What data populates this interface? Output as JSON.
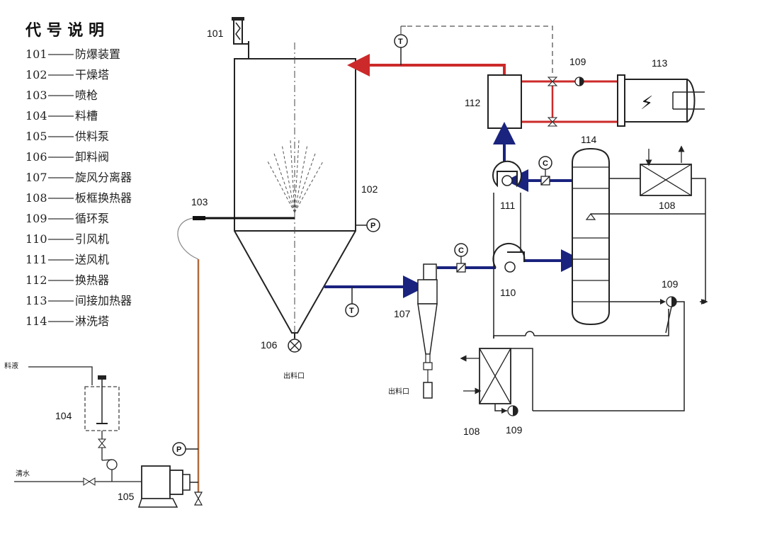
{
  "legend": {
    "title": "代 号 说 明",
    "items": [
      {
        "code": "101",
        "name": "防爆装置"
      },
      {
        "code": "102",
        "name": "干燥塔"
      },
      {
        "code": "103",
        "name": "喷枪"
      },
      {
        "code": "104",
        "name": "料槽"
      },
      {
        "code": "105",
        "name": "供料泵"
      },
      {
        "code": "106",
        "name": "卸料阀"
      },
      {
        "code": "107",
        "name": "旋风分离器"
      },
      {
        "code": "108",
        "name": "板框换热器"
      },
      {
        "code": "109",
        "name": "循环泵"
      },
      {
        "code": "110",
        "name": "引风机"
      },
      {
        "code": "111",
        "name": "送风机"
      },
      {
        "code": "112",
        "name": "换热器"
      },
      {
        "code": "113",
        "name": "间接加热器"
      },
      {
        "code": "114",
        "name": "淋洗塔"
      }
    ]
  },
  "labels": {
    "l101": "101",
    "l102": "102",
    "l103": "103",
    "l104": "104",
    "l105": "105",
    "l106": "106",
    "l107": "107",
    "l108a": "108",
    "l108b": "108",
    "l109a": "109",
    "l109b": "109",
    "l109c": "109",
    "l110": "110",
    "l111": "111",
    "l112": "112",
    "l113": "113",
    "l114": "114"
  },
  "text": {
    "outlet1": "出料口",
    "outlet2": "出料口",
    "feed_liquid": "料液",
    "clean_water": "清水"
  },
  "instruments": {
    "temp": "T",
    "pressure": "P",
    "control": "C",
    "power": "⚡"
  },
  "colors": {
    "hot_air": "#cc2a2a",
    "cold_air": "#1a237e",
    "feed_line": "#b06a3b",
    "line": "#222222",
    "signal": "#555555"
  }
}
